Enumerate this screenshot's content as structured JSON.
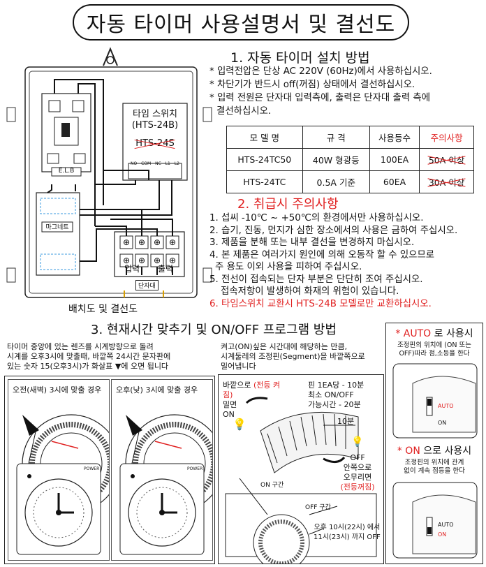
{
  "title": "자동 타이머 사용설명서 및 결선도",
  "install": {
    "heading": "1. 자동 타이머 설치 방법",
    "bullets": [
      "* 입력전압은 단상 AC 220V (60Hz)에서 사용하십시오.",
      "* 차단기가 반드시 off(꺼짐) 상태에서 결선하십시오.",
      "* 입력 전원은 단자대 입력측에, 출력은 단자대 출력 측에",
      "결선하십시오."
    ]
  },
  "spec_table": {
    "headers": [
      "모 델 명",
      "규  격",
      "사용등수",
      "주의사항"
    ],
    "rows": [
      [
        "HTS-24TC50",
        "40W 형광등",
        "100EA",
        "50A 이상"
      ],
      [
        "HTS-24TC",
        "0.5A 기준",
        "60EA",
        "30A 이상"
      ]
    ]
  },
  "diagram": {
    "timer_label": "타임 스위치",
    "timer_model": "(HTS-24B)",
    "timer_old_model": "HTS-24S",
    "elb": "E.L.B",
    "magnet": "마그네트",
    "input": "입력",
    "output": "출력",
    "terminal": "단자대",
    "caption": "배치도 및 결선도",
    "timer_terminals": [
      "NO",
      "COM",
      "NC",
      "L1",
      "L2"
    ]
  },
  "caution": {
    "heading": "2. 취급시 주의사항",
    "items": [
      "1. 섭씨 -10℃ ~ +50℃의 환경에서만 사용하십시오.",
      "2. 습기, 진동, 먼지가 심한 장소에서의 사용은 금하여 주십시오.",
      "3. 제품을 분해 또는 내부 결선을 변경하지 마십시오.",
      "4. 본 제품은 여러가지 원인에 의해 오동작 할 수 있으므로",
      "주 용도 이외 사용을 피하여 주십시오.",
      "5. 전선이 접속되는 단자 부분은 단단히 조여 주십시오.",
      "접속저항이 발생하여 화재의 위험이 있습니다.",
      "6. 타임스위치 교환시 HTS-24B 모델로만 교환하십시오."
    ]
  },
  "clock_section": {
    "heading": "3. 현재시간 맞추기 및 ON/OFF 프로그램 방법",
    "desc": [
      "타이머 중앙에 있는 렌즈를 시계방향으로 돌려",
      "시계를 오후3시에 맞출때, 바깥쪽 24시간 문자판에",
      "있는 숫자 15(오후3시)가 화살표 ▼에 오면 됩니다"
    ],
    "morning": "오전(새벽) 3시에 맞출 경우",
    "afternoon": "오후(낮) 3시에 맞출 경우",
    "power": "POWER"
  },
  "program": {
    "desc": [
      "켜고(ON)싶은 시간대에 해당하는 만큼,",
      "시계둘레의 조정핀(Segment)을 바깥쪽으로",
      "밀어냅니다"
    ],
    "push_out": "바깥으로",
    "lamp_on": "(전등 켜짐)",
    "push": "밀면",
    "on": "ON",
    "pin_info": [
      "핀 1EA당 - 10분",
      "최소 ON/OFF",
      "가능시간 - 20분"
    ],
    "ten_min": "10분",
    "off": "OFF",
    "push_in": [
      "안쪽으로",
      "오무리면"
    ],
    "lamp_off": "(전등꺼짐)",
    "on_zone": "ON 구간",
    "off_zone": "OFF 구간",
    "example": [
      "오후 10시(22시) 에서",
      "11시(23시) 까지 OFF"
    ]
  },
  "auto_mode": {
    "title_star": "* AUTO",
    "title_rest": " 로 사용시",
    "desc": [
      "조정핀의 위치에 (ON 또는",
      "OFF)따라 점,소등을 한다"
    ],
    "auto_label": "AUTO",
    "on_label": "ON"
  },
  "on_mode": {
    "title_star": "* ON",
    "title_rest": " 으로 사용시",
    "desc": [
      "조정핀의 위치에 관계",
      "없이 계속 점등을 한다"
    ],
    "auto_label": "AUTO",
    "on_label": "ON"
  },
  "colors": {
    "accent": "#e02020",
    "elb_blue": "#3a9adf",
    "ink": "#111111"
  }
}
